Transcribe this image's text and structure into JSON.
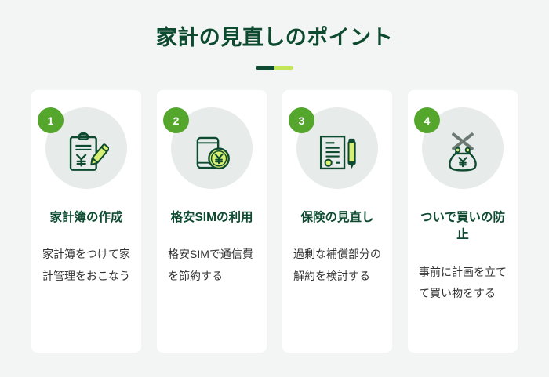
{
  "header": {
    "title": "家計の見直しのポイント",
    "rule_dark_color": "#0d4a30",
    "rule_light_color": "#c3e558"
  },
  "theme": {
    "background": "#f3f4f4",
    "card_background": "#ffffff",
    "badge_color": "#54a62c",
    "heading_color": "#0d4a30",
    "body_color": "#333333",
    "icon_circle_color": "#e7ebe9",
    "icon_stroke_color": "#0d4a30",
    "icon_accent_color": "#c3e558"
  },
  "cards": [
    {
      "number": "1",
      "icon": "clipboard-yen-pencil-icon",
      "title": "家計簿の作成",
      "body": "家計簿をつけて家計管理をおこなう"
    },
    {
      "number": "2",
      "icon": "smartphone-yen-coin-icon",
      "title": "格安SIMの利用",
      "body": "格安SIMで通信費を節約する"
    },
    {
      "number": "3",
      "icon": "contract-document-pen-icon",
      "title": "保険の見直し",
      "body": "過剰な補償部分の解約を検討する"
    },
    {
      "number": "4",
      "icon": "money-pouch-cross-icon",
      "title": "ついで買いの防止",
      "body": "事前に計画を立てて買い物をする"
    }
  ]
}
